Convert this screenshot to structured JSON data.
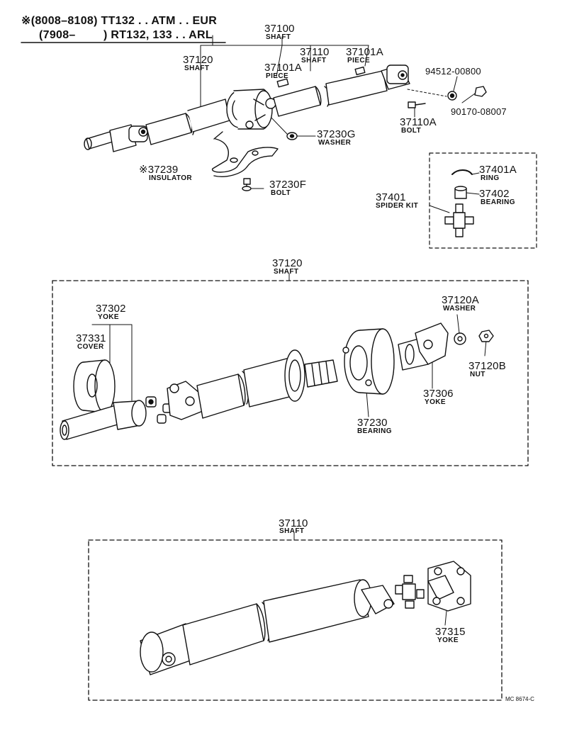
{
  "header": {
    "line1": "※(8008–8108) TT132 . . ATM . . EUR",
    "line2_a": "(7908–",
    "line2_b": ") RT132, 133 . . ARL"
  },
  "top": {
    "p37100": {
      "num": "37100",
      "name": "SHAFT"
    },
    "p37120": {
      "num": "37120",
      "name": "SHAFT"
    },
    "p37101a_left": {
      "num": "37101A",
      "name": "PIECE"
    },
    "p37110": {
      "num": "37110",
      "name": "SHAFT"
    },
    "p37101a_right": {
      "num": "37101A",
      "name": "PIECE"
    },
    "p94512": {
      "num": "94512-00800"
    },
    "p90170": {
      "num": "90170-08007"
    },
    "p37110a": {
      "num": "37110A",
      "name": "BOLT"
    },
    "p37230g": {
      "num": "37230G",
      "name": "WASHER"
    },
    "p37239": {
      "num": "※37239",
      "name": "INSULATOR"
    },
    "p37230f": {
      "num": "37230F",
      "name": "BOLT"
    },
    "p37401a": {
      "num": "37401A",
      "name": "RING"
    },
    "p37402": {
      "num": "37402",
      "name": "BEARING"
    },
    "p37401": {
      "num": "37401",
      "name": "SPIDER KIT"
    }
  },
  "middle": {
    "p37120": {
      "num": "37120",
      "name": "SHAFT"
    },
    "p37302": {
      "num": "37302",
      "name": "YOKE"
    },
    "p37331": {
      "num": "37331",
      "name": "COVER"
    },
    "p37120a": {
      "num": "37120A",
      "name": "WASHER"
    },
    "p37120b": {
      "num": "37120B",
      "name": "NUT"
    },
    "p37306": {
      "num": "37306",
      "name": "YOKE"
    },
    "p37230": {
      "num": "37230",
      "name": "BEARING"
    }
  },
  "bottom": {
    "p37110": {
      "num": "37110",
      "name": "SHAFT"
    },
    "p37315": {
      "num": "37315",
      "name": "YOKE"
    }
  },
  "code": "MC 8674-C"
}
